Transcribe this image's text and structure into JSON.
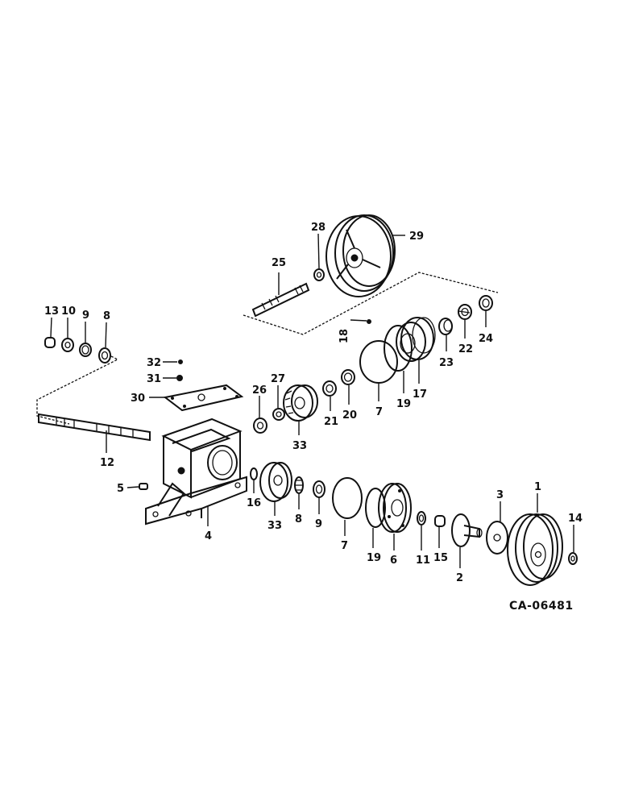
{
  "drawing_code": "CA-06481",
  "callouts": [
    {
      "id": "p1",
      "label": "1"
    },
    {
      "id": "p2",
      "label": "2"
    },
    {
      "id": "p3",
      "label": "3"
    },
    {
      "id": "p4",
      "label": "4"
    },
    {
      "id": "p5",
      "label": "5"
    },
    {
      "id": "p6",
      "label": "6"
    },
    {
      "id": "p7a",
      "label": "7"
    },
    {
      "id": "p7b",
      "label": "7"
    },
    {
      "id": "p8a",
      "label": "8"
    },
    {
      "id": "p8b",
      "label": "8"
    },
    {
      "id": "p9a",
      "label": "9"
    },
    {
      "id": "p9b",
      "label": "9"
    },
    {
      "id": "p10",
      "label": "10"
    },
    {
      "id": "p11",
      "label": "11"
    },
    {
      "id": "p12",
      "label": "12"
    },
    {
      "id": "p13",
      "label": "13"
    },
    {
      "id": "p14",
      "label": "14"
    },
    {
      "id": "p15",
      "label": "15"
    },
    {
      "id": "p16",
      "label": "16"
    },
    {
      "id": "p17",
      "label": "17"
    },
    {
      "id": "p18",
      "label": "18"
    },
    {
      "id": "p19a",
      "label": "19"
    },
    {
      "id": "p19b",
      "label": "19"
    },
    {
      "id": "p20",
      "label": "20"
    },
    {
      "id": "p21",
      "label": "21"
    },
    {
      "id": "p22",
      "label": "22"
    },
    {
      "id": "p23",
      "label": "23"
    },
    {
      "id": "p24",
      "label": "24"
    },
    {
      "id": "p25",
      "label": "25"
    },
    {
      "id": "p26",
      "label": "26"
    },
    {
      "id": "p27",
      "label": "27"
    },
    {
      "id": "p28",
      "label": "28"
    },
    {
      "id": "p29",
      "label": "29"
    },
    {
      "id": "p30",
      "label": "30"
    },
    {
      "id": "p31",
      "label": "31"
    },
    {
      "id": "p32",
      "label": "32"
    },
    {
      "id": "p33a",
      "label": "33"
    },
    {
      "id": "p33b",
      "label": "33"
    }
  ]
}
